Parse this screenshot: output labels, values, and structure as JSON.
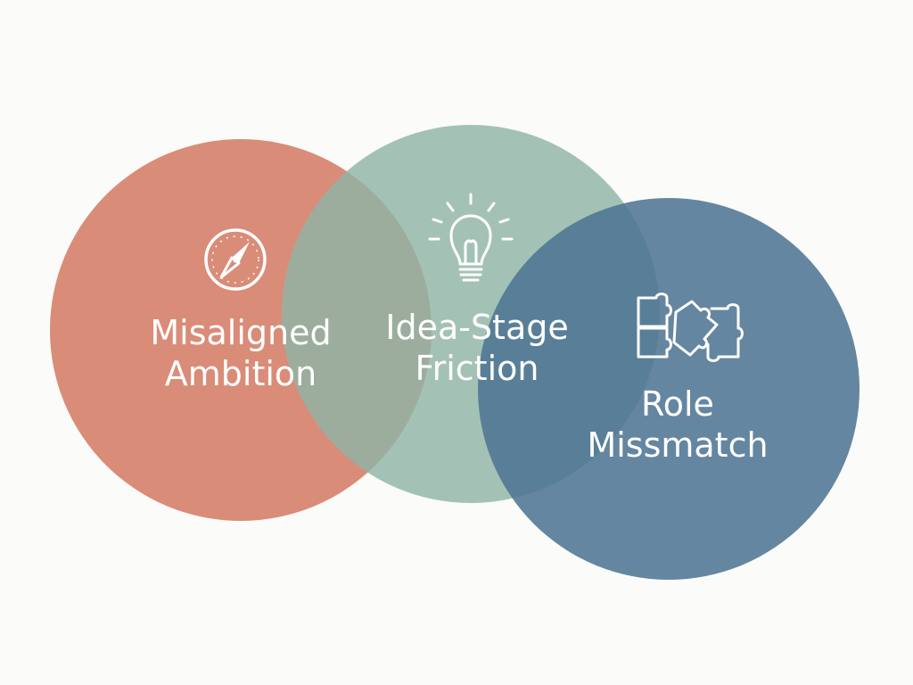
{
  "circles": [
    {
      "id": "misaligned-ambition",
      "line1": "Misaligned",
      "line2": "Ambition",
      "icon": "compass-icon",
      "color": "#d6826d"
    },
    {
      "id": "idea-stage-friction",
      "line1": "Idea-Stage",
      "line2": "Friction",
      "icon": "lightbulb-icon",
      "color": "#8fb5a6"
    },
    {
      "id": "role-mismatch",
      "line1": "Role",
      "line2": "Missmatch",
      "icon": "puzzle-icon",
      "color": "#4f7594"
    }
  ]
}
